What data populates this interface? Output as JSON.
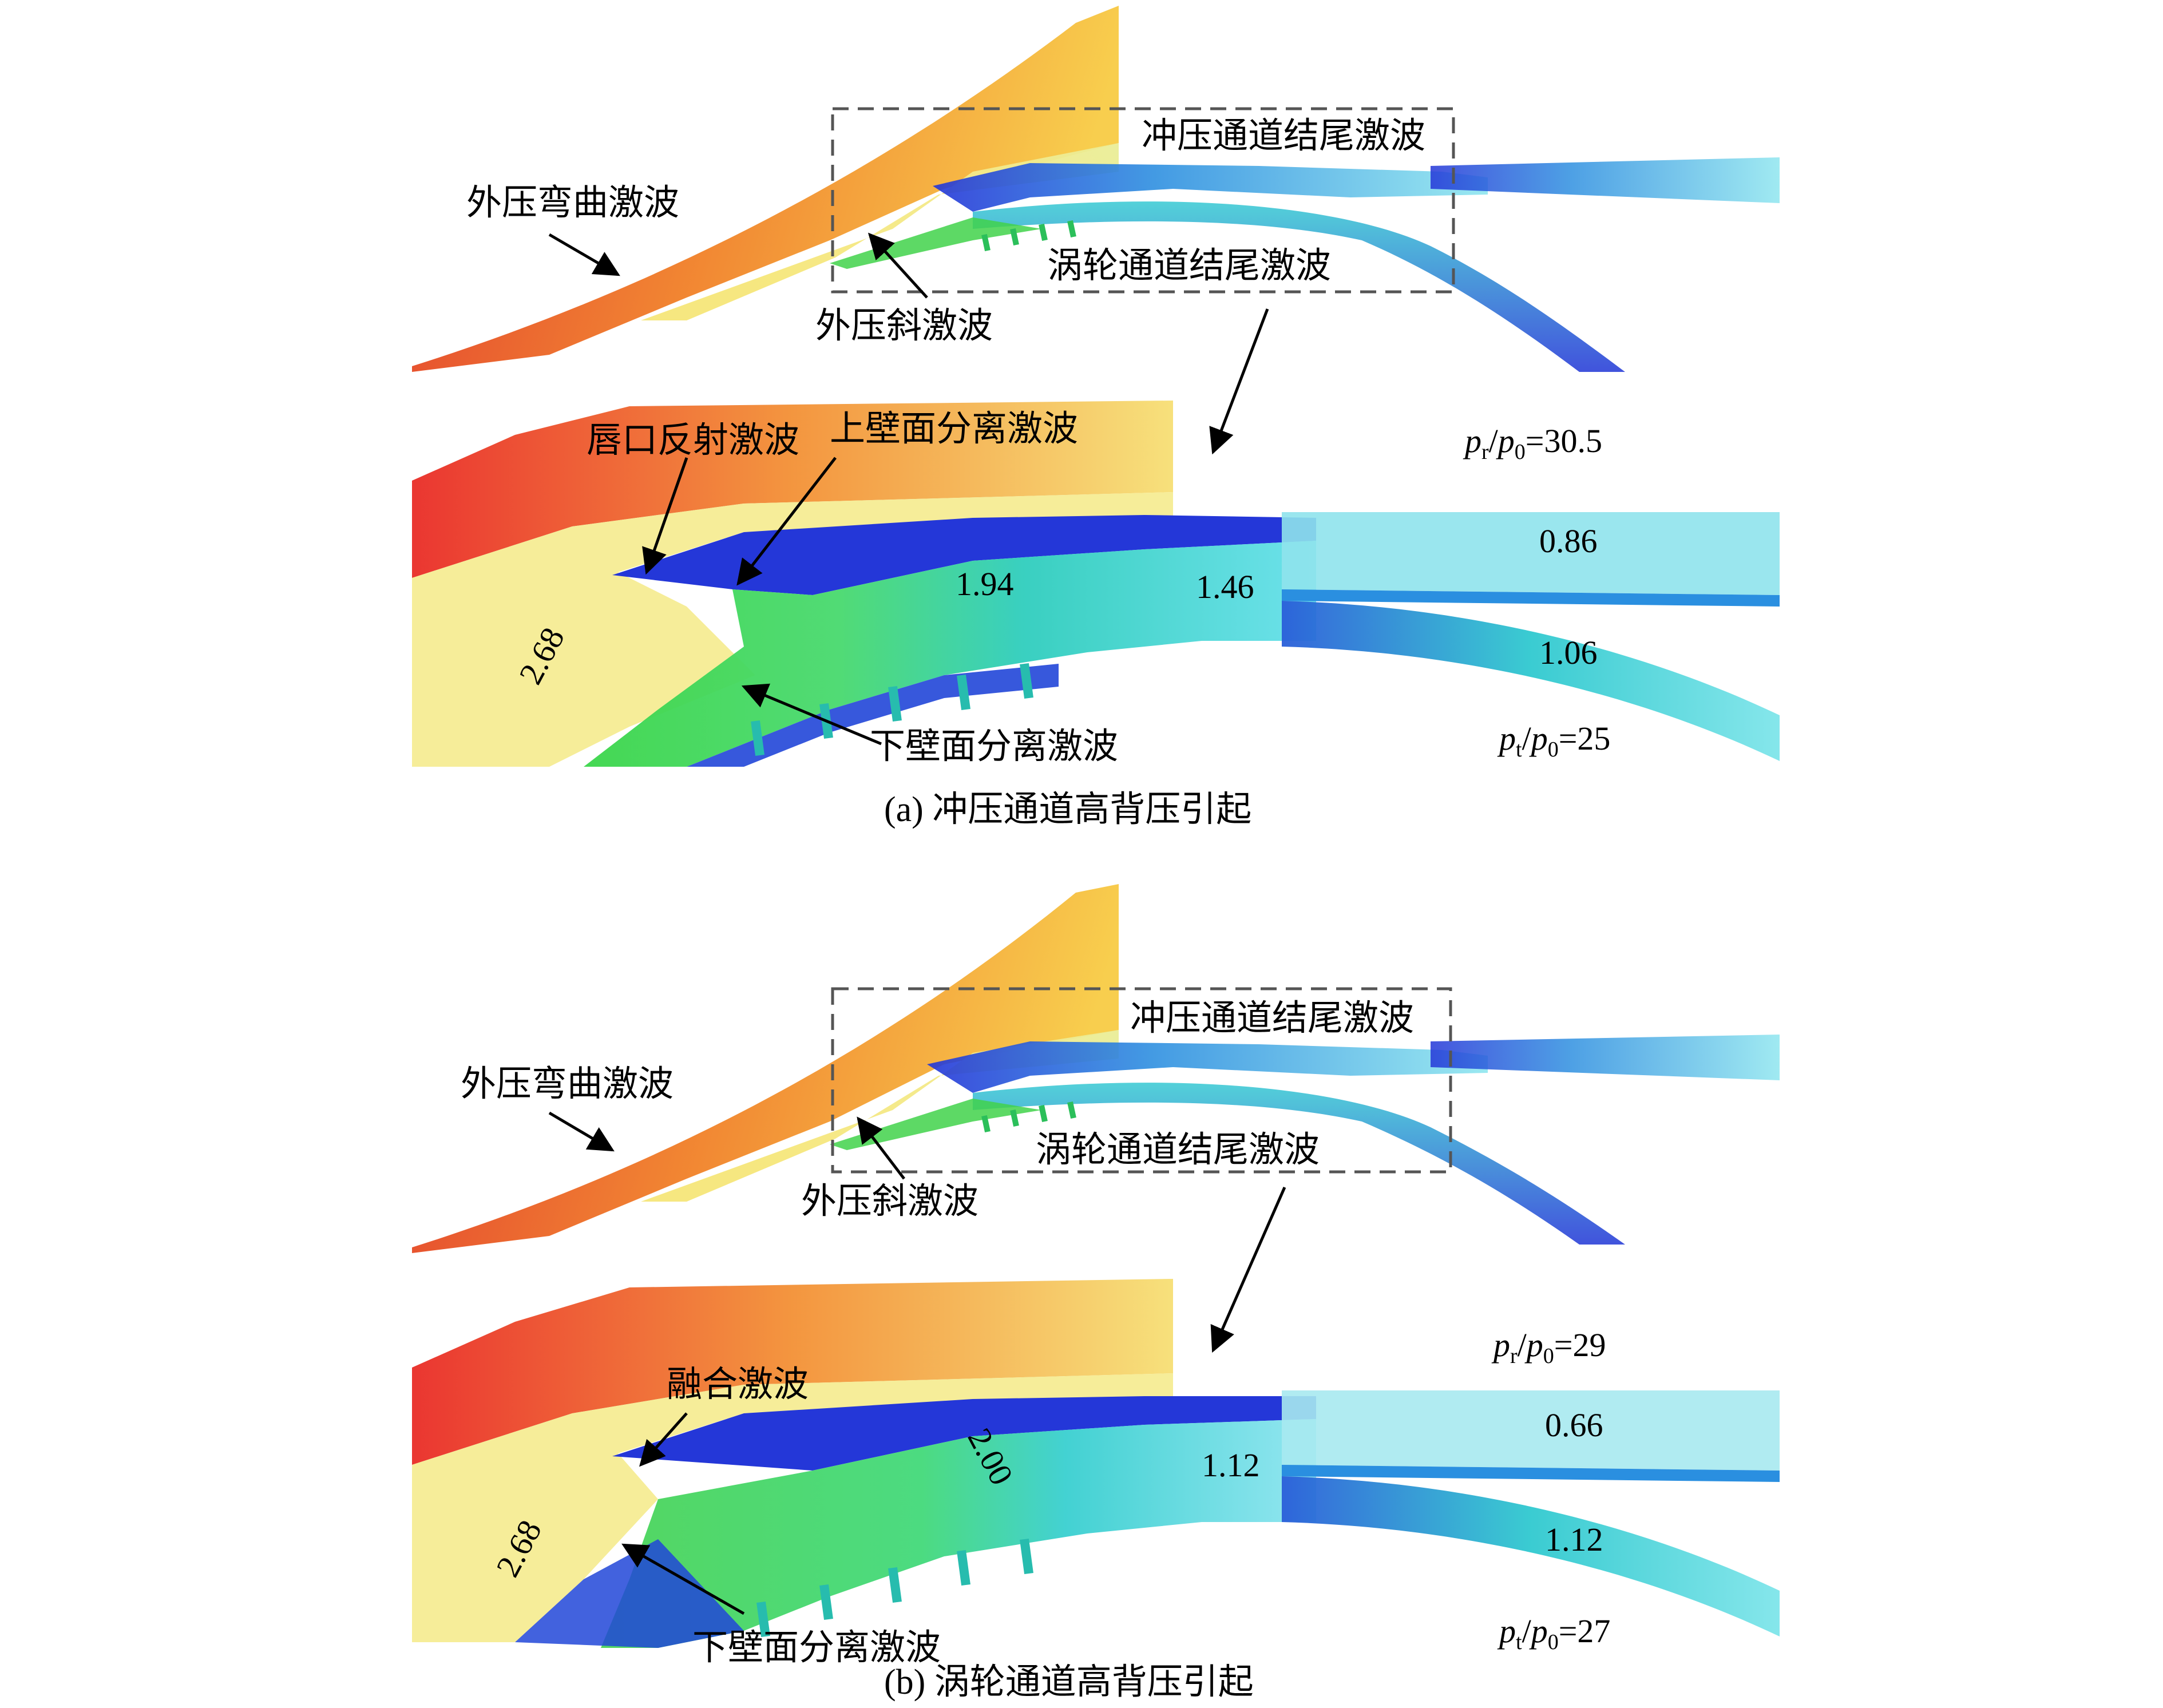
{
  "panel_a": {
    "labels": {
      "bent_shock": "外压弯曲激波",
      "oblique_shock": "外压斜激波",
      "ram_terminal_shock": "冲压通道结尾激波",
      "turbine_terminal_shock": "涡轮通道结尾激波",
      "lip_reflected_shock": "唇口反射激波",
      "upper_wall_separation_shock": "上壁面分离激波",
      "lower_wall_separation_shock": "下壁面分离激波"
    },
    "values": {
      "v1": "2.68",
      "v2": "1.94",
      "v3": "1.46",
      "v4": "0.86",
      "v5": "1.06"
    },
    "ratio_r": {
      "p": "p",
      "sub": "r",
      "slash": "/",
      "p2": "p",
      "sub2": "0",
      "val": "=30.5"
    },
    "ratio_t": {
      "p": "p",
      "sub": "t",
      "slash": "/",
      "p2": "p",
      "sub2": "0",
      "val": "=25"
    },
    "caption": "(a) 冲压通道高背压引起"
  },
  "panel_b": {
    "labels": {
      "bent_shock": "外压弯曲激波",
      "oblique_shock": "外压斜激波",
      "ram_terminal_shock": "冲压通道结尾激波",
      "turbine_terminal_shock": "涡轮通道结尾激波",
      "merged_shock": "融合激波",
      "lower_wall_separation_shock": "下壁面分离激波"
    },
    "values": {
      "v1": "2.68",
      "v2": "2.00",
      "v3": "1.12",
      "v4": "0.66",
      "v5": "1.12"
    },
    "ratio_r": {
      "p": "p",
      "sub": "r",
      "slash": "/",
      "p2": "p",
      "sub2": "0",
      "val": "=29"
    },
    "ratio_t": {
      "p": "p",
      "sub": "t",
      "slash": "/",
      "p2": "p",
      "sub2": "0",
      "val": "=27"
    },
    "caption": "(b) 涡轮通道高背压引起"
  },
  "colors": {
    "red": "#e8201a",
    "orange": "#f39a1e",
    "yellow": "#f2e64a",
    "green": "#37d13a",
    "cyan": "#2ed9c9",
    "blue": "#1f3fd6",
    "lightcyan": "#9fe8ef"
  }
}
